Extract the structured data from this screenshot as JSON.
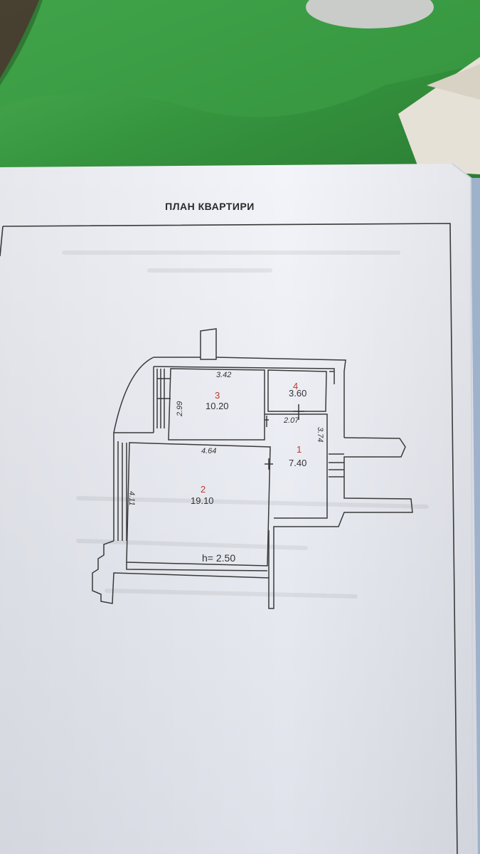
{
  "document": {
    "title": "ПЛАН КВАРТИРИ"
  },
  "plan": {
    "ceiling_height": "h= 2.50",
    "rooms": [
      {
        "number": "1",
        "area": "7.40"
      },
      {
        "number": "2",
        "area": "19.10"
      },
      {
        "number": "3",
        "area": "10.20"
      },
      {
        "number": "4",
        "area": "3.60"
      }
    ],
    "dimensions": {
      "room3_width": "3.42",
      "room3_depth": "2.99",
      "room2_width": "4.64",
      "room2_depth": "4.11",
      "room1_width": "2.07",
      "room1_depth": "3.74"
    }
  },
  "colors": {
    "background_cloth": "#3f9a4a",
    "paper": "#eef0f6",
    "ink": "#333333",
    "room_number_red": "#c0392b"
  }
}
